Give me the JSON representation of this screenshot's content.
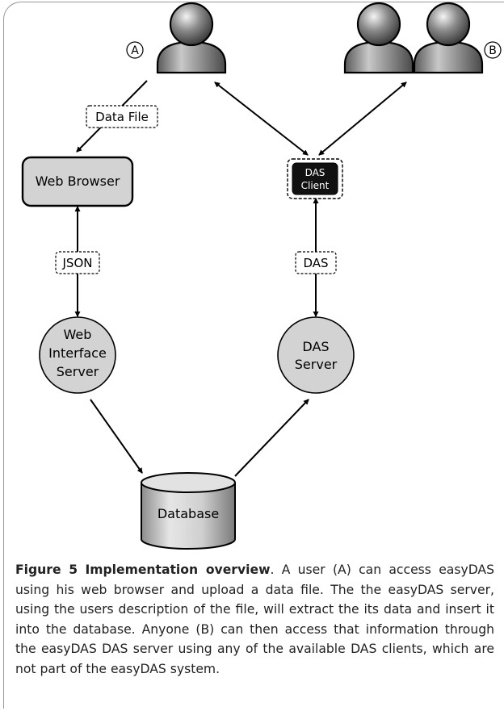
{
  "diagram": {
    "user_a_marker": "A",
    "user_b_marker": "B",
    "labels": {
      "data_file": "Data File",
      "json": "JSON",
      "das": "DAS"
    },
    "nodes": {
      "web_browser": "Web Browser",
      "das_client_line1": "DAS",
      "das_client_line2": "Client",
      "web_server_line1": "Web",
      "web_server_line2": "Interface",
      "web_server_line3": "Server",
      "das_server_line1": "DAS",
      "das_server_line2": "Server",
      "database": "Database"
    }
  },
  "caption": {
    "label": "Figure 5",
    "title": "Implementation overview",
    "text": ". A user (A) can access easyDAS using his web browser and upload a data file. The the easyDAS server, using the users description of the file, will extract the its data and insert it into the database. Anyone (B) can then access that information through the easyDAS DAS server using any of the available DAS clients, which are not part of the easyDAS system."
  }
}
